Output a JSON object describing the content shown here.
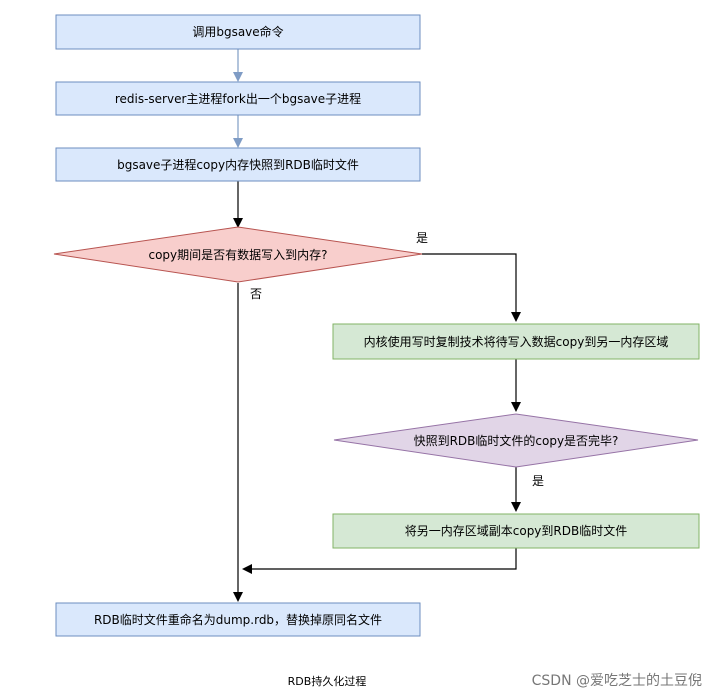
{
  "diagram": {
    "nodes": {
      "step1": "调用bgsave命令",
      "step2": "redis-server主进程fork出一个bgsave子进程",
      "step3": "bgsave子进程copy内存快照到RDB临时文件",
      "decision1": "copy期间是否有数据写入到内存?",
      "step4": "内核使用写时复制技术将待写入数据copy到另一内存区域",
      "decision2": "快照到RDB临时文件的copy是否完毕?",
      "step5": "将另一内存区域副本copy到RDB临时文件",
      "step6": "RDB临时文件重命名为dump.rdb，替换掉原同名文件"
    },
    "edge_labels": {
      "yes1": "是",
      "no1": "否",
      "yes2": "是"
    },
    "caption": "RDB持久化过程",
    "watermark": "CSDN @爱吃芝士的土豆倪"
  },
  "colors": {
    "blue_fill": "#dae8fc",
    "blue_stroke": "#6c8ebf",
    "red_fill": "#f8cecc",
    "red_stroke": "#b85450",
    "green_fill": "#d5e8d4",
    "green_stroke": "#82b366",
    "purple_fill": "#e1d5e7",
    "purple_stroke": "#9673a6",
    "arrow_gray": "#7f9cc5",
    "arrow_black": "#000000"
  }
}
